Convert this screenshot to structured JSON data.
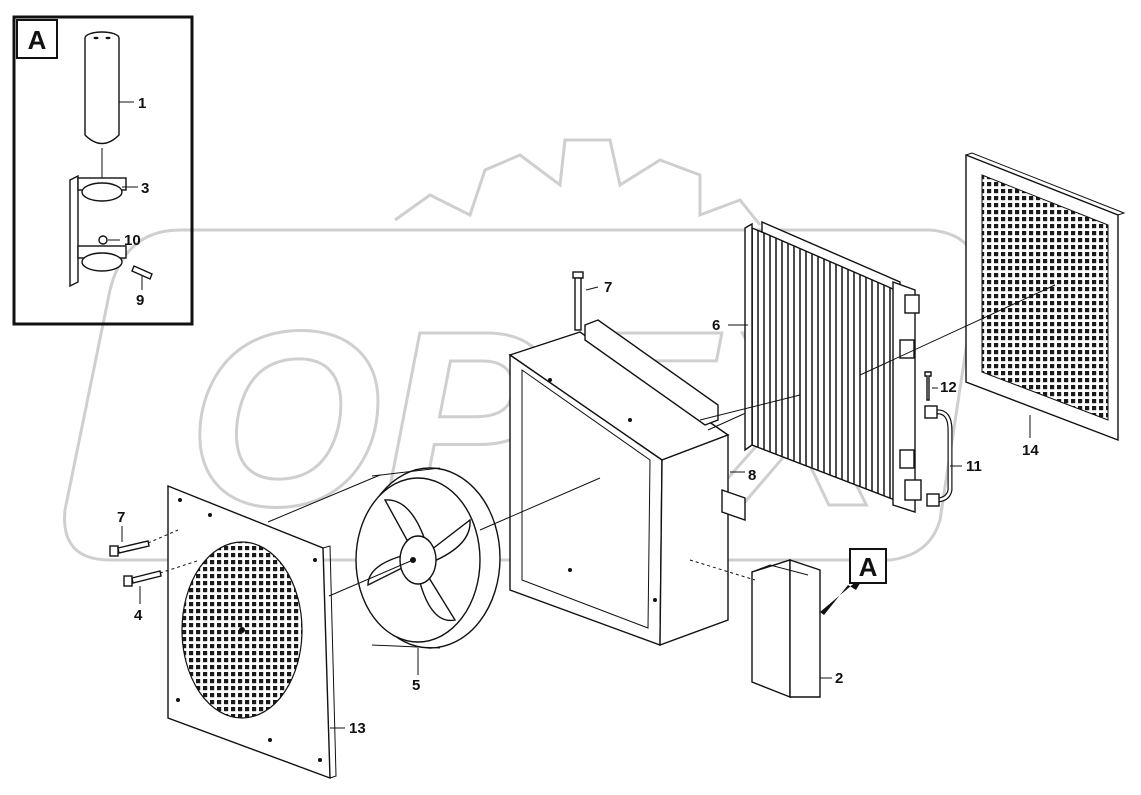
{
  "diagram": {
    "watermark_text": "OPEX",
    "inset": {
      "letter": "A"
    },
    "callout_letter": "A",
    "parts": [
      {
        "id": "p1",
        "label": "1"
      },
      {
        "id": "p2",
        "label": "2"
      },
      {
        "id": "p3",
        "label": "3"
      },
      {
        "id": "p4",
        "label": "4"
      },
      {
        "id": "p5",
        "label": "5"
      },
      {
        "id": "p6",
        "label": "6"
      },
      {
        "id": "p7a",
        "label": "7"
      },
      {
        "id": "p7b",
        "label": "7"
      },
      {
        "id": "p8",
        "label": "8"
      },
      {
        "id": "p9",
        "label": "9"
      },
      {
        "id": "p10",
        "label": "10"
      },
      {
        "id": "p11",
        "label": "11"
      },
      {
        "id": "p12",
        "label": "12"
      },
      {
        "id": "p13",
        "label": "13"
      },
      {
        "id": "p14",
        "label": "14"
      }
    ]
  }
}
